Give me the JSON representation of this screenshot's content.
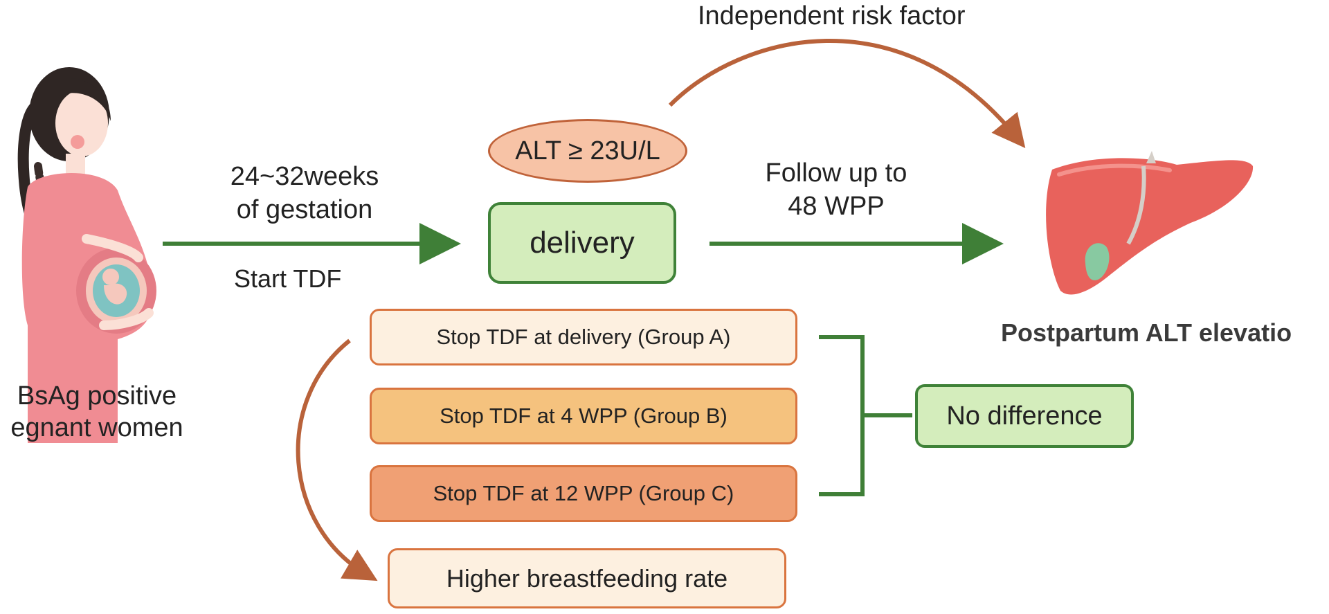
{
  "diagram": {
    "women_label_line1": "BsAg positive",
    "women_label_line2": "egnant women",
    "gestation_line1": "24~32weeks",
    "gestation_line2": "of gestation",
    "start_tdf": "Start TDF",
    "alt_threshold": "ALT ≥ 23U/L",
    "delivery": "delivery",
    "followup_line1": "Follow up to",
    "followup_line2": "48 WPP",
    "risk_factor": "Independent risk factor",
    "postpartum": "Postpartum ALT elevatio",
    "group_a": "Stop TDF at delivery (Group A)",
    "group_b": "Stop TDF at 4 WPP (Group B)",
    "group_c": "Stop TDF at 12 WPP (Group C)",
    "no_difference": "No difference",
    "breastfeeding": "Higher breastfeeding rate"
  },
  "colors": {
    "green_arrow": "#3f7f37",
    "orange_arrow": "#b9623a",
    "green_fill": "#d4edbc",
    "orange_border": "#d9743f",
    "liver": "#e8625c"
  },
  "icons": [
    "pregnant-woman-illustration",
    "liver-illustration"
  ]
}
